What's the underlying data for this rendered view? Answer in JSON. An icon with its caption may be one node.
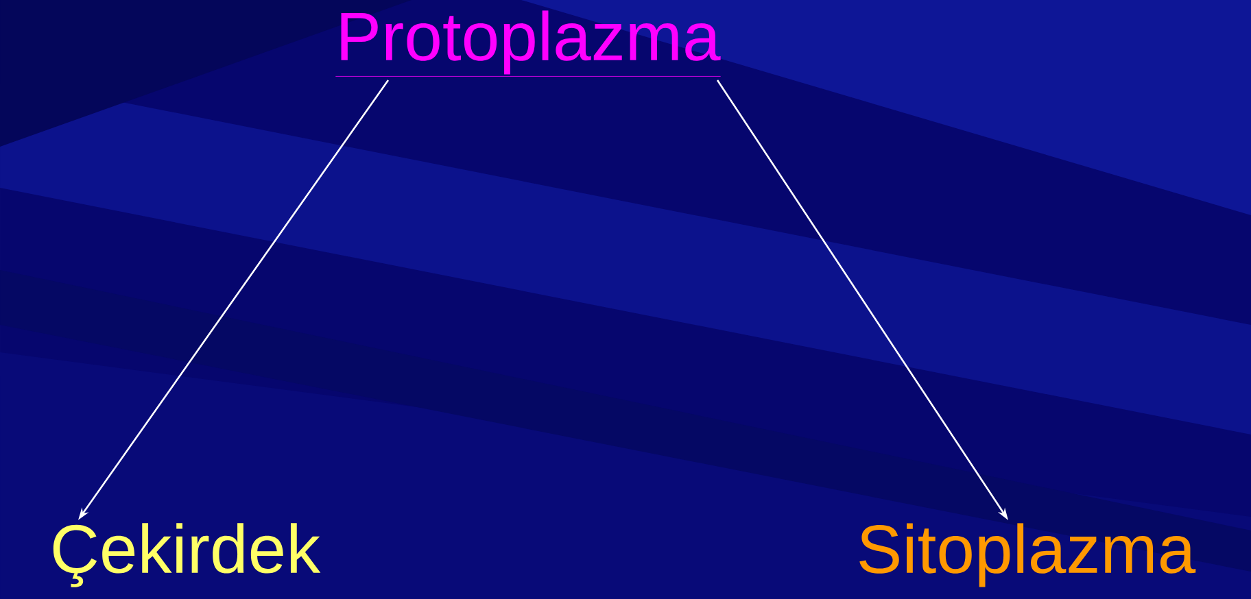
{
  "diagram": {
    "nodes": [
      {
        "text": [
          "Protoplazma"
        ]
      },
      {
        "text": [
          "Çekirdek"
        ]
      },
      {
        "text": [
          "Sitoplazma"
        ]
      }
    ],
    "edges": [
      {
        "from": 0,
        "to": 1,
        "arrow": "to"
      },
      {
        "from": 0,
        "to": 2,
        "arrow": "to"
      }
    ]
  }
}
